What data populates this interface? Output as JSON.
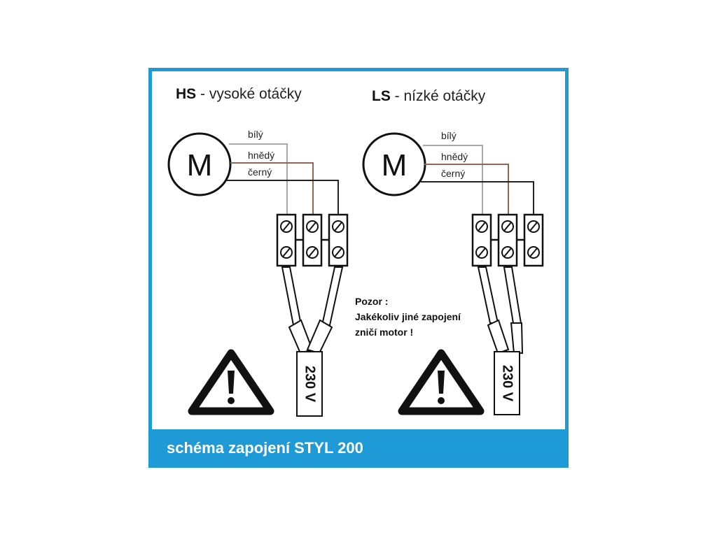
{
  "colors": {
    "accent": "#1e9ad6",
    "white_wire": "#a8a8a8",
    "brown_wire": "#8b6a55",
    "black_wire": "#222222"
  },
  "left": {
    "title_bold": "HS",
    "title_rest": " - vysoké otáčky",
    "motor": "M",
    "wires": [
      "bílý",
      "hnědý",
      "černý"
    ],
    "voltage": "230 V"
  },
  "right": {
    "title_bold": "LS",
    "title_rest": " - nízké otáčky",
    "motor": "M",
    "wires": [
      "bílý",
      "hnědý",
      "černý"
    ],
    "voltage": "230 V"
  },
  "warning": {
    "line1": "Pozor :",
    "line2": "Jakékoliv jiné zapojení",
    "line3": "zničí motor !"
  },
  "icons": [
    "warning-triangle-icon",
    "screw-terminal-icon"
  ],
  "footer": {
    "title": "schéma zapojení STYL 200"
  }
}
